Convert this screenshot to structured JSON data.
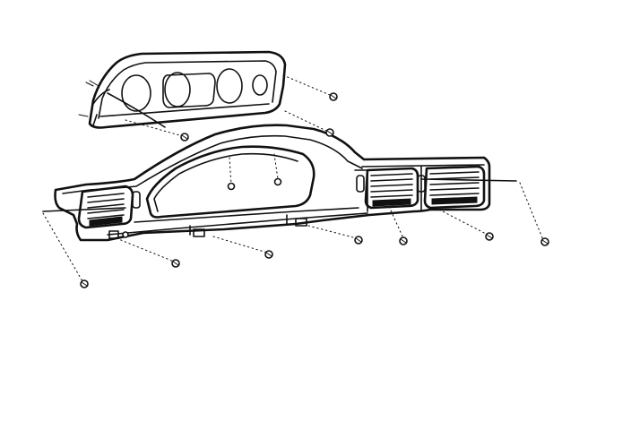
{
  "figure": {
    "description_labels": [],
    "colors": {
      "ink": "#111111",
      "background": "#ffffff"
    },
    "parts": [
      {
        "name": "instrument-cluster-bezel",
        "icon": "bezel-icon"
      },
      {
        "name": "dashboard-trim-panel",
        "icon": "dashboard-panel-icon"
      },
      {
        "name": "left-air-vent",
        "icon": "vent-icon"
      },
      {
        "name": "center-air-vent-left",
        "icon": "vent-icon"
      },
      {
        "name": "center-air-vent-right",
        "icon": "vent-icon"
      }
    ],
    "fastener_count": 13
  }
}
